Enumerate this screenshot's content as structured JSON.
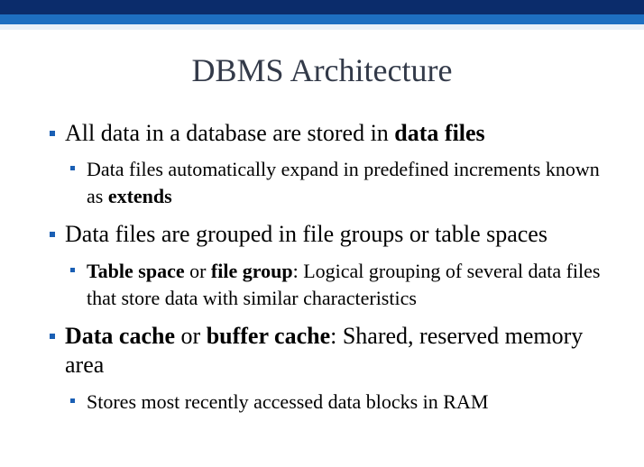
{
  "colors": {
    "top_band": "#0b2c6b",
    "bottom_band": "#1e6fc1",
    "title": "#333a49",
    "marker": "#1a5fb4"
  },
  "title": "DBMS Architecture",
  "bullets": [
    {
      "level": 1,
      "segments": [
        {
          "text": "All data in a database are stored in ",
          "bold": false
        },
        {
          "text": "data files",
          "bold": true
        }
      ]
    },
    {
      "level": 2,
      "segments": [
        {
          "text": "Data files automatically expand in predefined increments known as ",
          "bold": false
        },
        {
          "text": "extends",
          "bold": true
        }
      ]
    },
    {
      "level": 1,
      "segments": [
        {
          "text": "Data files are grouped in file groups or table spaces",
          "bold": false
        }
      ]
    },
    {
      "level": 2,
      "segments": [
        {
          "text": "Table space",
          "bold": true
        },
        {
          "text": " or ",
          "bold": false
        },
        {
          "text": "file group",
          "bold": true
        },
        {
          "text": ": Logical grouping of several data files that store data with similar characteristics",
          "bold": false
        }
      ]
    },
    {
      "level": 1,
      "segments": [
        {
          "text": "Data cache",
          "bold": true
        },
        {
          "text": " or ",
          "bold": false
        },
        {
          "text": "buffer cache",
          "bold": true
        },
        {
          "text": ": Shared, reserved memory area",
          "bold": false
        }
      ]
    },
    {
      "level": 2,
      "segments": [
        {
          "text": "Stores most recently accessed data blocks in RAM",
          "bold": false
        }
      ]
    }
  ]
}
